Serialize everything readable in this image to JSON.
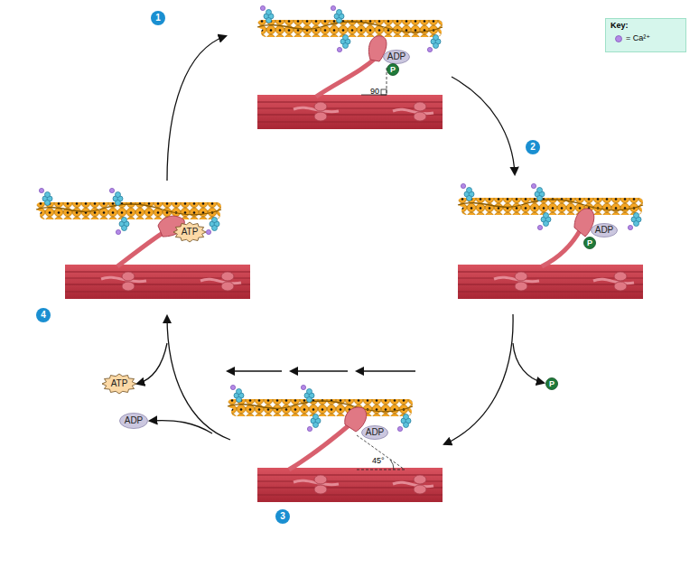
{
  "diagram": {
    "nodes": [
      {
        "text": [
          "ADP"
        ]
      },
      {
        "text": [
          "P"
        ]
      },
      {
        "text": [
          "ADP"
        ]
      },
      {
        "text": [
          "P"
        ]
      },
      {
        "text": [
          "ATP"
        ]
      },
      {
        "text": [
          "P"
        ]
      },
      {
        "text": [
          "ADP"
        ]
      },
      {
        "text": [
          "ATP"
        ]
      },
      {
        "text": [
          "ADP"
        ]
      }
    ],
    "labels": [
      "Key:",
      "1",
      "2",
      "3",
      "4",
      "90",
      "45°"
    ],
    "legend": [
      {
        "text": "= Ca²⁺",
        "color": "#b48ae6"
      }
    ]
  }
}
